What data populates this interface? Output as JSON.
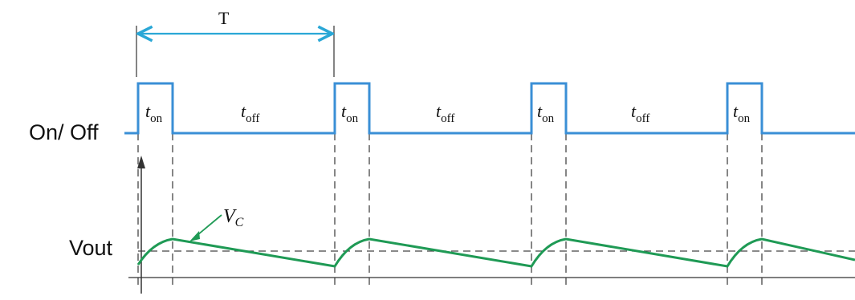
{
  "labels": {
    "on_off": "On/ Off",
    "vout": "Vout",
    "period": "T",
    "t": "t",
    "on_sub": "on",
    "off_sub": "off",
    "vc_main": "V",
    "vc_sub": "C"
  },
  "colors": {
    "pulse": "#3a8fd6",
    "period_arrow": "#2aa7d6",
    "capacitor": "#1f9a55",
    "dashed": "#444444",
    "axis": "#333333",
    "text": "#111111"
  },
  "icons": {
    "period_arrow": "double-headed-arrow",
    "axis_arrow": "up-arrow"
  }
}
